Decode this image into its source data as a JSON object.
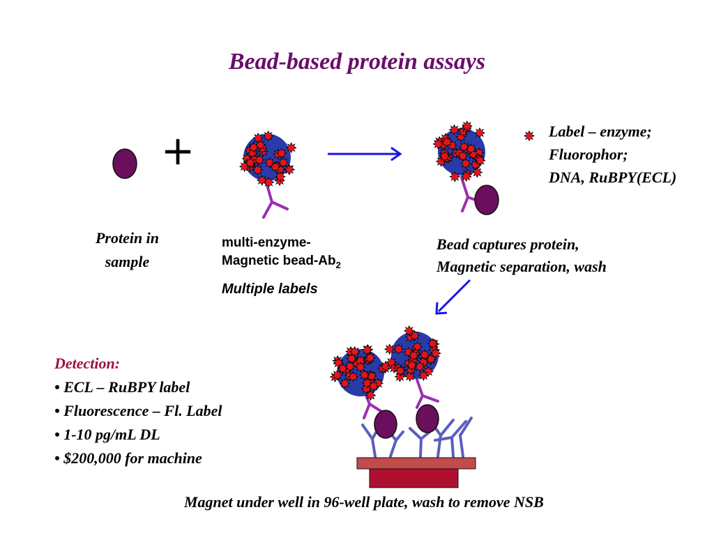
{
  "slide": {
    "title": "Bead-based protein assays"
  },
  "labels": {
    "protein": [
      "Protein in",
      "sample"
    ],
    "bead_line1": "multi-enzyme-",
    "bead_line2": "Magnetic bead-Ab",
    "bead_sub": "2",
    "bead_line3": "Multiple labels",
    "capture_line1": "Bead captures protein,",
    "capture_line2": "Magnetic separation, wash",
    "legend": [
      "Label – enzyme;",
      "Fluorophor;",
      "DNA, RuBPY(ECL)"
    ],
    "bottom_caption": "Magnet under well in 96-well plate, wash to remove NSB"
  },
  "detection": {
    "heading": "Detection:",
    "items": [
      "• ECL – RuBPY label",
      "• Fluorescence – Fl. Label",
      "• 1-10 pg/mL DL",
      "• $200,000 for machine"
    ]
  },
  "colors": {
    "title": "#6a0d6a",
    "detection_heading": "#a0103a",
    "protein": "#6b0f5c",
    "antibody": "#9b2fb0",
    "bead_core": "#2a3aa8",
    "label_red": "#e8121b",
    "arrow": "#1a14e0",
    "capture_ab": "#5a5fbf",
    "plate_top": "#c24b4b",
    "plate_base": "#b01030"
  },
  "symbols": {
    "plus": "+"
  }
}
